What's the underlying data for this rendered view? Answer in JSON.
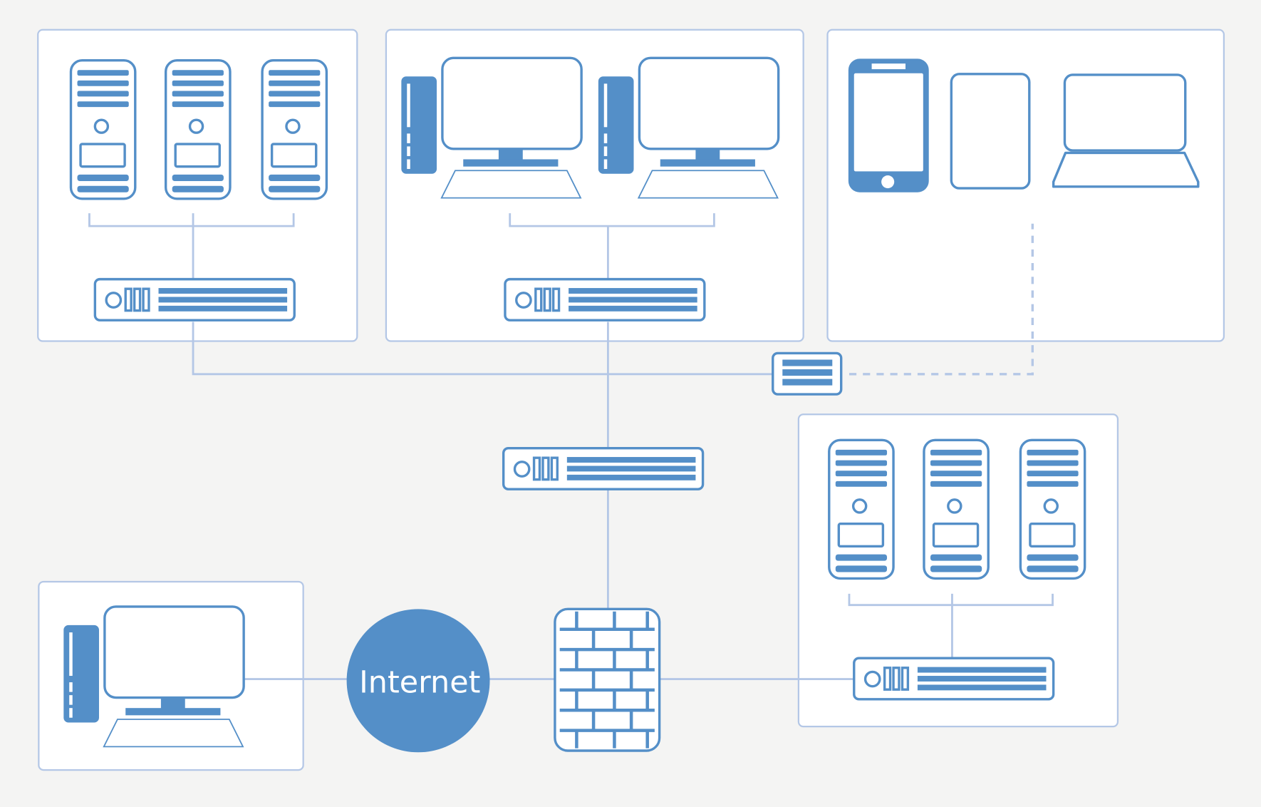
{
  "diagram": {
    "title": "",
    "colors": {
      "background": "#f4f4f3",
      "icon": "#548fc8",
      "connector": "#b4c7e6",
      "group_border": "#b4c7e6",
      "group_fill": "#ffffff"
    },
    "groups": [
      {
        "id": "server-cluster-1",
        "contains": [
          "tower-server",
          "tower-server",
          "tower-server",
          "rack-switch"
        ]
      },
      {
        "id": "workstations",
        "contains": [
          "desktop-computer",
          "desktop-computer",
          "rack-switch"
        ]
      },
      {
        "id": "mobile-devices",
        "contains": [
          "smartphone",
          "tablet",
          "laptop"
        ]
      },
      {
        "id": "server-cluster-2",
        "contains": [
          "tower-server",
          "tower-server",
          "tower-server",
          "rack-switch"
        ]
      },
      {
        "id": "remote-client",
        "contains": [
          "desktop-computer"
        ]
      }
    ],
    "nodes": {
      "internet": {
        "label": "Internet",
        "type": "cloud-circle"
      },
      "core_switch": {
        "label": "",
        "type": "rack-switch"
      },
      "wireless_access_point": {
        "label": "",
        "type": "access-point"
      },
      "firewall": {
        "label": "",
        "type": "firewall"
      }
    },
    "connections": [
      {
        "from": "server-cluster-1.switch",
        "to": "backbone",
        "style": "solid"
      },
      {
        "from": "workstations.switch",
        "to": "backbone",
        "style": "solid"
      },
      {
        "from": "backbone",
        "to": "wireless_access_point",
        "style": "solid"
      },
      {
        "from": "wireless_access_point",
        "to": "mobile-devices",
        "style": "dashed"
      },
      {
        "from": "backbone",
        "to": "core_switch",
        "style": "solid"
      },
      {
        "from": "core_switch",
        "to": "firewall",
        "style": "solid"
      },
      {
        "from": "remote-client",
        "to": "internet",
        "style": "solid"
      },
      {
        "from": "internet",
        "to": "firewall",
        "style": "solid"
      },
      {
        "from": "firewall",
        "to": "server-cluster-2.switch",
        "style": "solid"
      }
    ]
  }
}
